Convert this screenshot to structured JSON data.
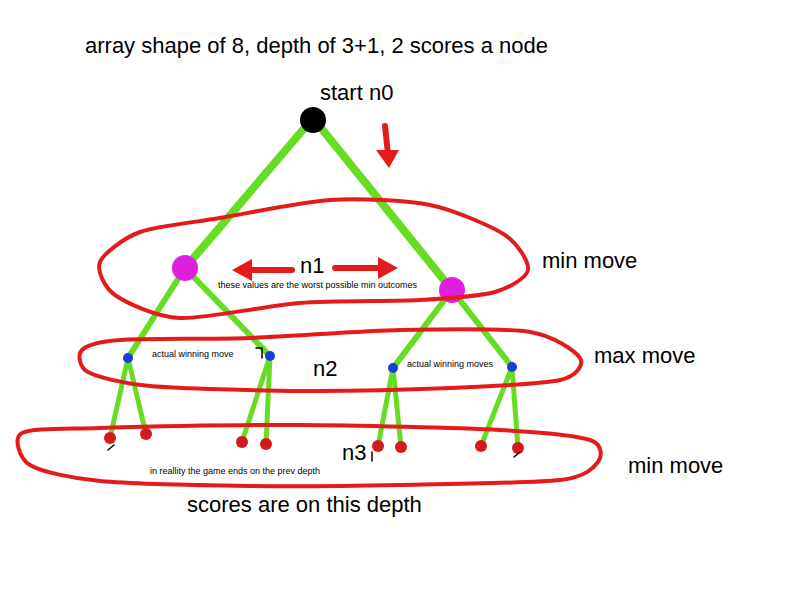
{
  "diagram": {
    "title": "array shape of 8, depth of 3+1, 2 scores a node",
    "nodes": [
      {
        "text": [
          "start n0"
        ]
      },
      {
        "text": [
          "n1",
          "these values are the worst possible min outcomes"
        ]
      },
      {
        "text": [
          "actual winning move",
          "n2",
          "actual winning moves"
        ]
      },
      {
        "text": [
          "n3",
          "in reallity the game ends on the prev depth"
        ]
      }
    ],
    "labels": [
      "min move",
      "max move",
      "min move",
      "scores are on this depth"
    ]
  }
}
